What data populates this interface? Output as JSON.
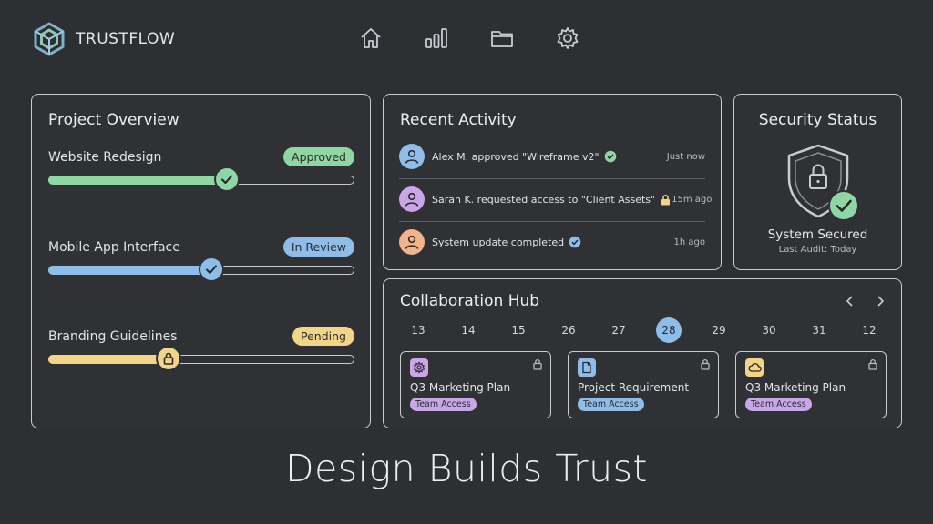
{
  "brand": {
    "name": "TRUSTFLOW"
  },
  "nav": [
    "home-icon",
    "chart-icon",
    "folder-icon",
    "gear-icon"
  ],
  "overview": {
    "title": "Project Overview",
    "projects": [
      {
        "name": "Website Redesign",
        "status": "Approved",
        "progress": 0.58,
        "color": "#8fd6a4",
        "knob": "check"
      },
      {
        "name": "Mobile App Interface",
        "status": "In Review",
        "progress": 0.53,
        "color": "#8fbde8",
        "knob": "check"
      },
      {
        "name": "Branding Guidelines",
        "status": "Pending",
        "progress": 0.39,
        "color": "#f3d58a",
        "knob": "lock"
      }
    ]
  },
  "activity": {
    "title": "Recent Activity",
    "items": [
      {
        "text": "Alex M. approved \"Wireframe v2\"",
        "time": "Just now",
        "avatar_color": "#8fbde8",
        "mark": "check-green"
      },
      {
        "text": "Sarah K. requested access to \"Client Assets\"",
        "time": "15m ago",
        "avatar_color": "#c9a6e6",
        "mark": "lock-yellow"
      },
      {
        "text": "System update completed",
        "time": "1h ago",
        "avatar_color": "#f3b48a",
        "mark": "check-blue"
      }
    ]
  },
  "security": {
    "title": "Security Status",
    "status": "System Secured",
    "audit": "Last Audit: Today"
  },
  "collab": {
    "title": "Collaboration Hub",
    "dates": [
      "13",
      "14",
      "15",
      "26",
      "27",
      "28",
      "29",
      "30",
      "31",
      "12"
    ],
    "active_date": "28",
    "cards": [
      {
        "title": "Q3 Marketing Plan",
        "tag": "Team Access",
        "icon": "gear-icon",
        "icon_color": "#c9a6e6",
        "tag_color": "#c9a6e6"
      },
      {
        "title": "Project Requirement",
        "tag": "Team Access",
        "icon": "document-icon",
        "icon_color": "#8fbde8",
        "tag_color": "#8fbde8"
      },
      {
        "title": "Q3 Marketing Plan",
        "tag": "Team Access",
        "icon": "cloud-icon",
        "icon_color": "#f3d58a",
        "tag_color": "#c9a6e6"
      }
    ]
  },
  "tagline": "Design Builds Trust"
}
